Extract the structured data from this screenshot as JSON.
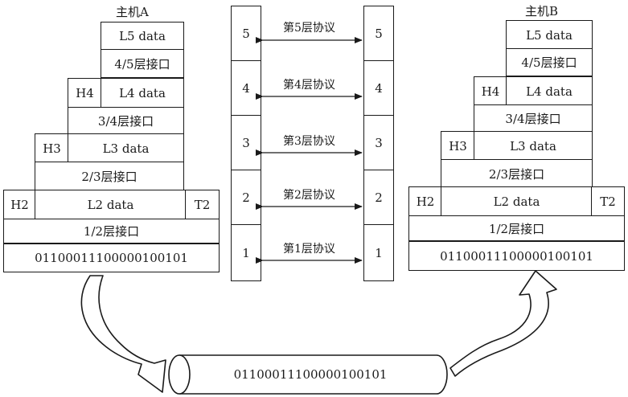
{
  "hostA": {
    "title": "主机A",
    "l5": "L5 data",
    "if45": "4/5层接口",
    "h4": "H4",
    "l4": "L4 data",
    "if34": "3/4层接口",
    "h3": "H3",
    "l3": "L3 data",
    "if23": "2/3层接口",
    "h2": "H2",
    "l2": "L2 data",
    "t2": "T2",
    "if12": "1/2层接口",
    "bits": "01100011100000100101"
  },
  "hostB": {
    "title": "主机B",
    "l5": "L5 data",
    "if45": "4/5层接口",
    "h4": "H4",
    "l4": "L4 data",
    "if34": "3/4层接口",
    "h3": "H3",
    "l3": "L3 data",
    "if23": "2/3层接口",
    "h2": "H2",
    "l2": "L2 data",
    "t2": "T2",
    "if12": "1/2层接口",
    "bits": "01100011100000100101"
  },
  "stack": {
    "left": [
      "5",
      "4",
      "3",
      "2",
      "1"
    ],
    "right": [
      "5",
      "4",
      "3",
      "2",
      "1"
    ],
    "protocols": [
      "第5层协议",
      "第4层协议",
      "第3层协议",
      "第2层协议",
      "第1层协议"
    ]
  },
  "medium": {
    "bits": "01100011100000100101"
  }
}
